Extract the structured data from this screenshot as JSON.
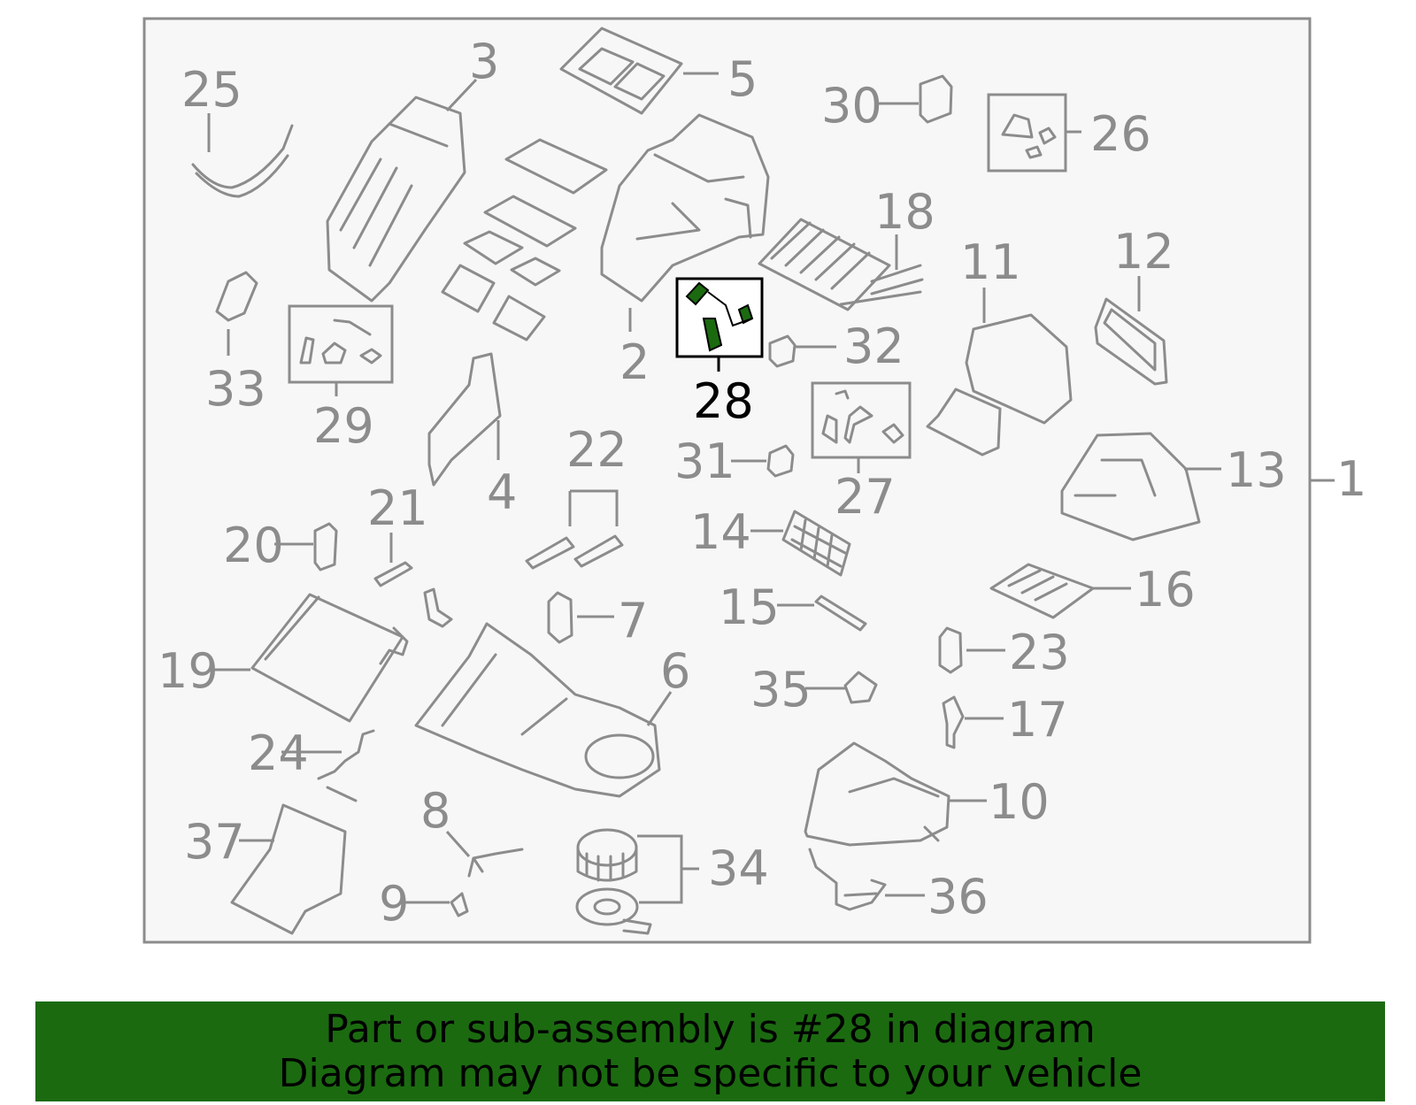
{
  "colors": {
    "frame_bg": "#f7f7f7",
    "frame_stroke": "#8c8c8c",
    "highlight_fill": "#1b6a10",
    "highlight_stroke": "#000000",
    "banner_bg": "#1b6a10"
  },
  "callouts": {
    "c1": "1",
    "c2": "2",
    "c3": "3",
    "c4": "4",
    "c5": "5",
    "c6": "6",
    "c7": "7",
    "c8": "8",
    "c9": "9",
    "c10": "10",
    "c11": "11",
    "c12": "12",
    "c13": "13",
    "c14": "14",
    "c15": "15",
    "c16": "16",
    "c17": "17",
    "c18": "18",
    "c19": "19",
    "c20": "20",
    "c21": "21",
    "c22": "22",
    "c23": "23",
    "c24": "24",
    "c25": "25",
    "c26": "26",
    "c27": "27",
    "c28": "28",
    "c29": "29",
    "c30": "30",
    "c31": "31",
    "c32": "32",
    "c33": "33",
    "c34": "34",
    "c35": "35",
    "c36": "36",
    "c37": "37"
  },
  "banner": {
    "line1": "Part or sub-assembly is #28 in diagram",
    "line2": "Diagram may not be specific to your vehicle"
  }
}
